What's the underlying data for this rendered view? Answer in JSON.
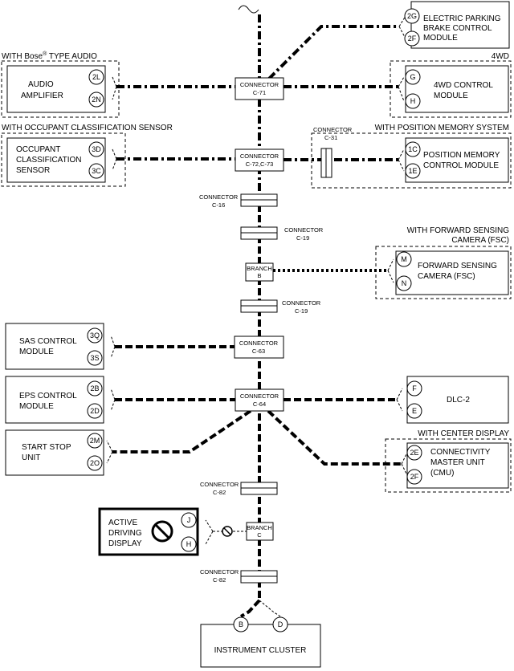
{
  "headers": {
    "bose_prefix": "WITH Bose",
    "bose_reg": "®",
    "bose_suffix": " TYPE AUDIO",
    "fourwd": "4WD",
    "occupant": "WITH OCCUPANT CLASSIFICATION SENSOR",
    "position_memory": "WITH POSITION MEMORY SYSTEM",
    "fsc_line1": "WITH FORWARD SENSING",
    "fsc_line2": "CAMERA (FSC)",
    "center_display": "WITH CENTER DISPLAY"
  },
  "modules": {
    "epb": {
      "line1": "ELECTRIC PARKING",
      "line2": "BRAKE CONTROL",
      "line3": "MODULE",
      "pin_a": "2G",
      "pin_b": "2F"
    },
    "audio": {
      "line1": "AUDIO",
      "line2": "AMPLIFIER",
      "pin_a": "2L",
      "pin_b": "2N"
    },
    "fourwd": {
      "line1": "4WD CONTROL",
      "line2": "MODULE",
      "pin_a": "G",
      "pin_b": "H"
    },
    "occupant": {
      "line1": "OCCUPANT",
      "line2": "CLASSIFICATION",
      "line3": "SENSOR",
      "pin_a": "3D",
      "pin_b": "3C"
    },
    "position_memory": {
      "line1": "POSITION MEMORY",
      "line2": "CONTROL MODULE",
      "pin_a": "1C",
      "pin_b": "1E"
    },
    "fsc": {
      "line1": "FORWARD SENSING",
      "line2": "CAMERA (FSC)",
      "pin_a": "M",
      "pin_b": "N"
    },
    "sas": {
      "line1": "SAS CONTROL",
      "line2": "MODULE",
      "pin_a": "3Q",
      "pin_b": "3S"
    },
    "eps": {
      "line1": "EPS CONTROL",
      "line2": "MODULE",
      "pin_a": "2B",
      "pin_b": "2D"
    },
    "dlc": {
      "line1": "DLC-2",
      "pin_a": "F",
      "pin_b": "E"
    },
    "start_stop": {
      "line1": "START STOP",
      "line2": "UNIT",
      "pin_a": "2M",
      "pin_b": "2O"
    },
    "cmu": {
      "line1": "CONNECTIVITY",
      "line2": "MASTER UNIT",
      "line3": "(CMU)",
      "pin_a": "2E",
      "pin_b": "2F"
    },
    "add": {
      "line1": "ACTIVE",
      "line2": "DRIVING",
      "line3": "DISPLAY",
      "pin_a": "J",
      "pin_b": "H"
    },
    "cluster": {
      "line1": "INSTRUMENT CLUSTER",
      "pin_a": "B",
      "pin_b": "D"
    }
  },
  "connectors": {
    "c71": {
      "line1": "CONNECTOR",
      "line2": "C-71"
    },
    "c7273": {
      "line1": "CONNECTOR",
      "line2": "C-72,C-73"
    },
    "c31": {
      "line1": "CONNECTOR",
      "line2": "C-31"
    },
    "c16": {
      "line1": "CONNECTOR",
      "line2": "C-16"
    },
    "c19a": {
      "line1": "CONNECTOR",
      "line2": "C-19"
    },
    "branch_b": {
      "line1": "BRANCH",
      "line2": "B"
    },
    "c19b": {
      "line1": "CONNECTOR",
      "line2": "C-19"
    },
    "c63": {
      "line1": "CONNECTOR",
      "line2": "C-63"
    },
    "c64": {
      "line1": "CONNECTOR",
      "line2": "C-64"
    },
    "c82a": {
      "line1": "CONNECTOR",
      "line2": "C-82"
    },
    "branch_c": {
      "line1": "BRANCH",
      "line2": "C"
    },
    "c82b": {
      "line1": "CONNECTOR",
      "line2": "C-82"
    }
  }
}
